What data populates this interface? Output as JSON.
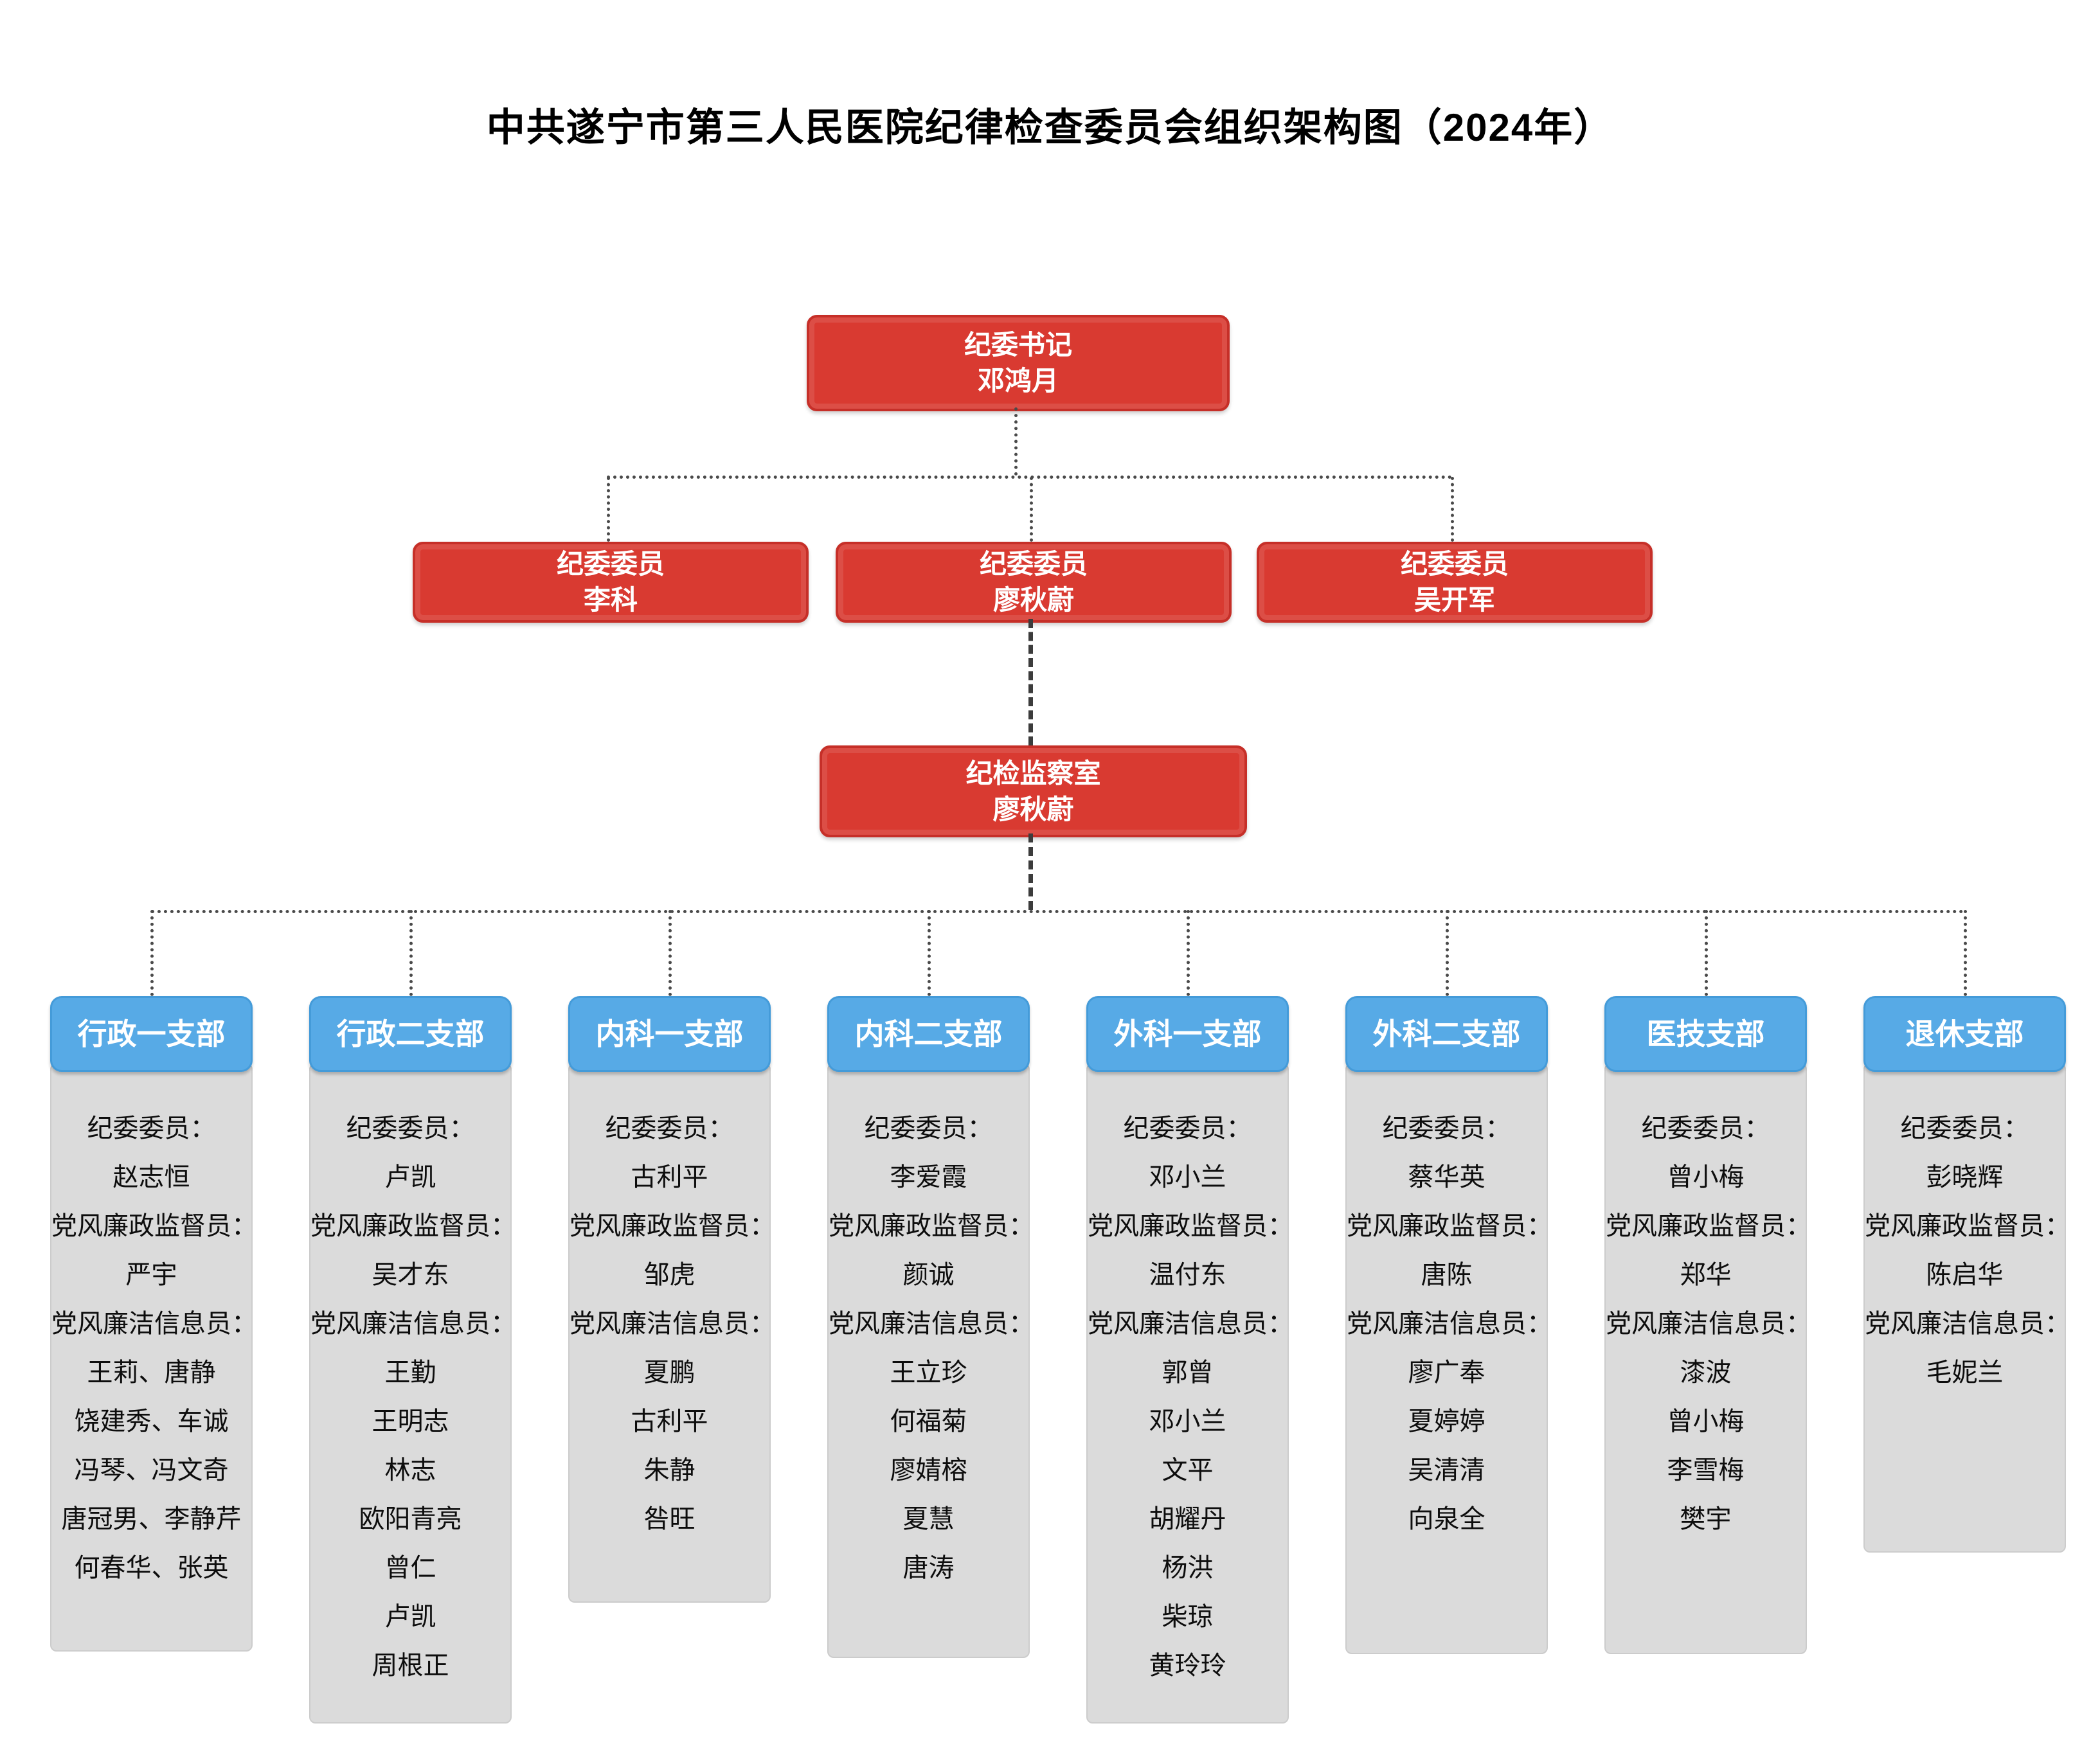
{
  "title": "中共遂宁市第三人民医院纪律检查委员会组织架构图（2024年）",
  "colors": {
    "box_red": "#d93a31",
    "header_blue": "#57aae6",
    "body_gray": "#dbdbdb",
    "connector": "#4a4a4a"
  },
  "root": {
    "title": "纪委书记",
    "name": "邓鸿月"
  },
  "committee": [
    {
      "title": "纪委委员",
      "name": "李科"
    },
    {
      "title": "纪委委员",
      "name": "廖秋蔚"
    },
    {
      "title": "纪委委员",
      "name": "吴开军"
    }
  ],
  "office": {
    "title": "纪检监察室",
    "name": "廖秋蔚"
  },
  "branches": [
    {
      "header": "行政一支部",
      "lines": [
        "纪委委员：",
        "赵志恒",
        "党风廉政监督员：",
        "严宇",
        "党风廉洁信息员：",
        "王莉、唐静",
        "饶建秀、车诚",
        "冯琴、冯文奇",
        "唐冠男、李静芹",
        "何春华、张英"
      ]
    },
    {
      "header": "行政二支部",
      "lines": [
        "纪委委员：",
        "卢凯",
        "党风廉政监督员：",
        "吴才东",
        "党风廉洁信息员：",
        "王勤",
        "王明志",
        "林志",
        "欧阳青亮",
        "曾仁",
        "卢凯",
        "周根正"
      ]
    },
    {
      "header": "内科一支部",
      "lines": [
        "纪委委员：",
        "古利平",
        "党风廉政监督员：",
        "邹虎",
        "党风廉洁信息员：",
        "夏鹏",
        "古利平",
        "朱静",
        "咎旺"
      ]
    },
    {
      "header": "内科二支部",
      "lines": [
        "纪委委员：",
        "李爱霞",
        "党风廉政监督员：",
        "颜诚",
        "党风廉洁信息员：",
        "王立珍",
        "何福菊",
        "廖婧榕",
        "夏慧",
        "唐涛"
      ]
    },
    {
      "header": "外科一支部",
      "lines": [
        "纪委委员：",
        "邓小兰",
        "党风廉政监督员：",
        "温付东",
        "党风廉洁信息员：",
        "郭曾",
        "邓小兰",
        "文平",
        "胡耀丹",
        "杨洪",
        "柴琼",
        "黄玲玲"
      ]
    },
    {
      "header": "外科二支部",
      "lines": [
        "纪委委员：",
        "蔡华英",
        "党风廉政监督员：",
        "唐陈",
        "党风廉洁信息员：",
        "廖广奉",
        "夏婷婷",
        "吴清清",
        "向泉全"
      ]
    },
    {
      "header": "医技支部",
      "lines": [
        "纪委委员：",
        "曾小梅",
        "党风廉政监督员：",
        "郑华",
        "党风廉洁信息员：",
        "漆波",
        "曾小梅",
        "李雪梅",
        "樊宇"
      ]
    },
    {
      "header": "退休支部",
      "lines": [
        "纪委委员：",
        "彭晓辉",
        "党风廉政监督员：",
        "陈启华",
        "党风廉洁信息员：",
        "毛妮兰"
      ]
    }
  ]
}
